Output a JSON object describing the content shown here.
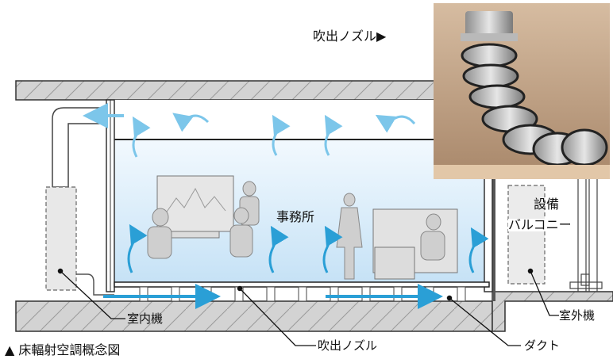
{
  "labels": {
    "nozzle_photo_caption": "吹出ノズル▶",
    "office": "事務所",
    "balcony_line1": "設備",
    "balcony_line2": "バルコニー",
    "indoor_unit": "室内機",
    "outdoor_unit": "室外機",
    "nozzle": "吹出ノズル",
    "duct": "ダクト",
    "caption": "▲ 床輻射空調概念図"
  },
  "colors": {
    "airflow": "#2a9fd6",
    "room_gradient_top": "#e8f4fc",
    "room_gradient_bottom": "#c9e4f7",
    "slab": "#d0d0d0",
    "outline": "#333333"
  }
}
